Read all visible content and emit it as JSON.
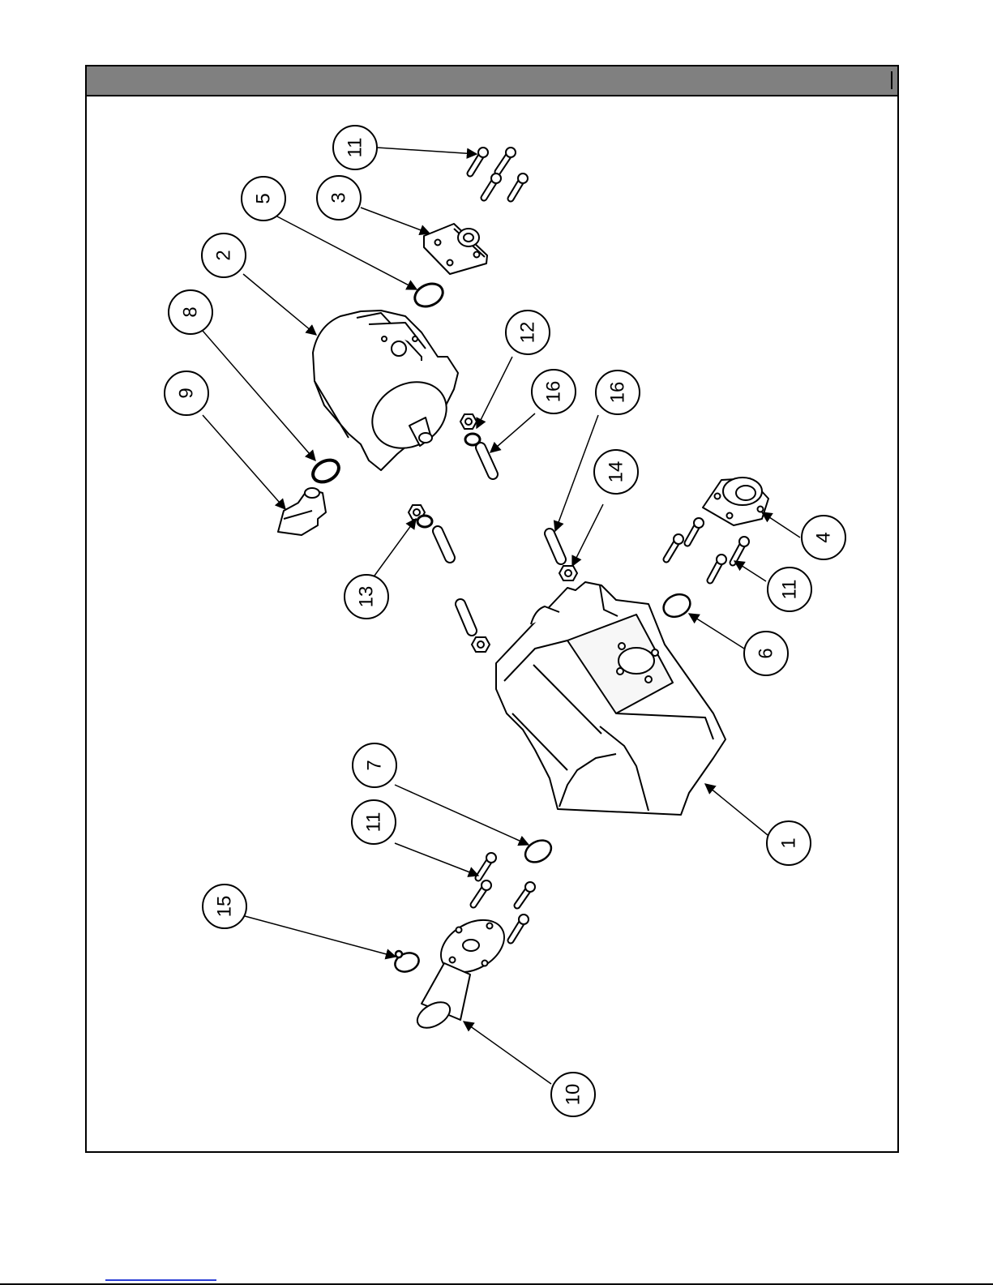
{
  "callouts": [
    {
      "label": "11"
    },
    {
      "label": "3"
    },
    {
      "label": "5"
    },
    {
      "label": "2"
    },
    {
      "label": "8"
    },
    {
      "label": "9"
    },
    {
      "label": "12"
    },
    {
      "label": "16"
    },
    {
      "label": "16"
    },
    {
      "label": "14"
    },
    {
      "label": "13"
    },
    {
      "label": "4"
    },
    {
      "label": "11"
    },
    {
      "label": "6"
    },
    {
      "label": "7"
    },
    {
      "label": "11"
    },
    {
      "label": "1"
    },
    {
      "label": "15"
    },
    {
      "label": "10"
    }
  ],
  "colors": {
    "titlebar": "#808080",
    "line": "#000000",
    "link": "#2b3fd6"
  }
}
